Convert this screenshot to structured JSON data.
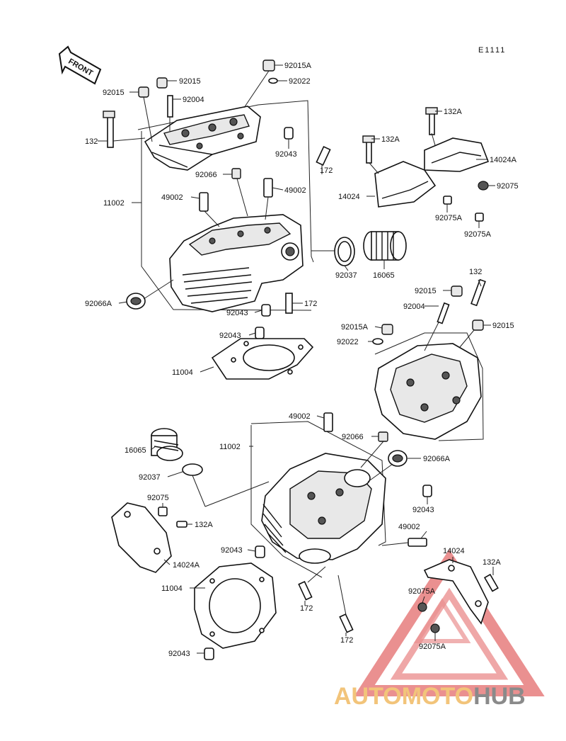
{
  "diagram_code": "E1111",
  "front_arrow_label": "FRONT",
  "labels": {
    "l_92015A_top": "92015A",
    "l_92022_top": "92022",
    "l_92015_top": "92015",
    "l_92015_left": "92015",
    "l_92004_top": "92004",
    "l_132_top": "132",
    "l_92043_top": "92043",
    "l_172_top": "172",
    "l_92066_top": "92066",
    "l_49002_tl": "49002",
    "l_49002_tr": "49002",
    "l_11002_top": "11002",
    "l_132A_a": "132A",
    "l_14024A_top": "14024A",
    "l_132A_b": "132A",
    "l_14024_top": "14024",
    "l_92075_top": "92075",
    "l_92075A_a": "92075A",
    "l_92075A_b": "92075A",
    "l_92037_top": "92037",
    "l_16065_top": "16065",
    "l_92066A_top": "92066A",
    "l_92043_mid1": "92043",
    "l_172_mid": "172",
    "l_92043_mid2": "92043",
    "l_11004_top": "11004",
    "l_132_right": "132",
    "l_92015_right1": "92015",
    "l_92004_right": "92004",
    "l_92015A_right": "92015A",
    "l_92015_right2": "92015",
    "l_92022_right": "92022",
    "l_49002_bot": "49002",
    "l_11002_bot": "11002",
    "l_92066_bot": "92066",
    "l_92066A_bot": "92066A",
    "l_16065_bot": "16065",
    "l_92037_bot": "92037",
    "l_92075_bot": "92075",
    "l_132A_bot": "132A",
    "l_92043_bot1": "92043",
    "l_49002_bot2": "49002",
    "l_92043_bot2": "92043",
    "l_14024A_bot": "14024A",
    "l_11004_bot": "11004",
    "l_172_bot1": "172",
    "l_14024_bot": "14024",
    "l_132A_bot2": "132A",
    "l_92075A_bot1": "92075A",
    "l_92075A_bot2": "92075A",
    "l_172_bot2": "172",
    "l_92043_bot3": "92043"
  },
  "watermark": {
    "part1": "AUTOMOTO",
    "part2": "HUB",
    "color1": "#f2c47a",
    "color2": "#8a8a8a",
    "triangle_color": "#e36b6b"
  }
}
